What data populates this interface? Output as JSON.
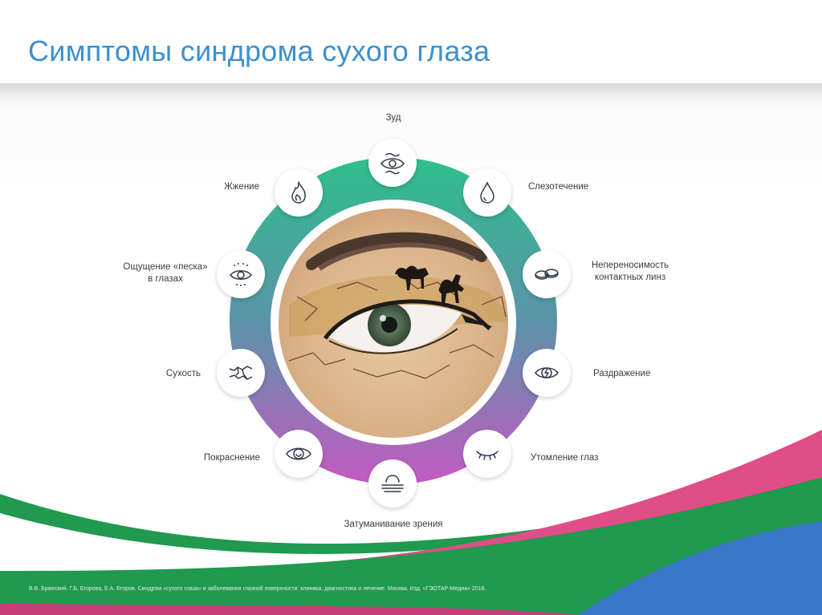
{
  "title": "Симптомы синдрома сухого глаза",
  "colors": {
    "title": "#3d8fcf",
    "ring_top": "#2fbf8c",
    "ring_bottom": "#c45ac2",
    "green_wave": "#1f9a4e",
    "pink_wave": "#e14d86",
    "blue_wave": "#3a78c9",
    "icon_stroke": "#2f3b4c"
  },
  "symptoms": [
    {
      "label": "Зуд",
      "icon": "itchy-eye-icon"
    },
    {
      "label": "Слезотечение",
      "icon": "tear-drop-icon"
    },
    {
      "label": "Непереносимость контактных линз",
      "icon": "contact-lens-icon"
    },
    {
      "label": "Раздражение",
      "icon": "irritated-eye-icon"
    },
    {
      "label": "Утомление глаз",
      "icon": "closed-eye-icon"
    },
    {
      "label": "Затуманивание зрения",
      "icon": "fog-icon"
    },
    {
      "label": "Покраснение",
      "icon": "red-eye-icon"
    },
    {
      "label": "Сухость",
      "icon": "cracked-surface-icon"
    },
    {
      "label": "Ощущение «песка» в глазах",
      "icon": "sand-eye-icon"
    },
    {
      "label": "Жжение",
      "icon": "flame-icon"
    }
  ],
  "footnote": "В.В. Бржеский, Г.Б. Егорова, Е.А. Егоров. Синдром «сухого глаза» и заболевания глазной поверхности: клиника, диагностика и лечение. Москва. Изд. «ГЭОТАР-Медиа» 2016."
}
